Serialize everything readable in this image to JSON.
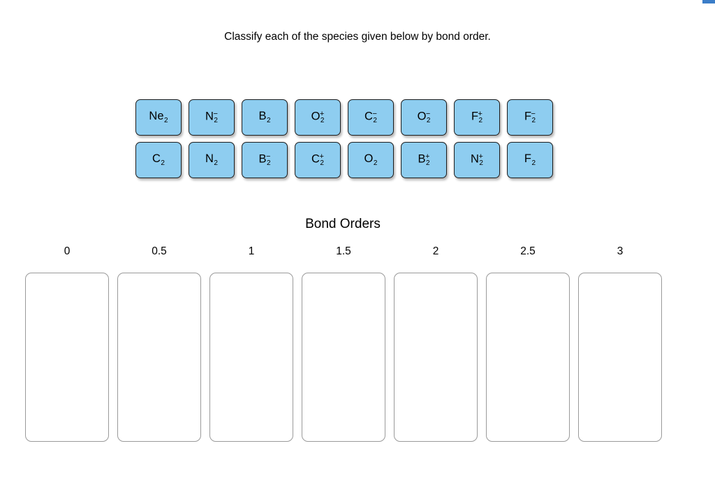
{
  "page": {
    "prompt": "Classify each of the species given below by bond order.",
    "section_title": "Bond Orders",
    "accent_color": "#3b7dc8",
    "tile_color": "#8ecdf0",
    "tile_border_color": "#1c1c1c",
    "zone_border_color": "#9a9a9a"
  },
  "top_bar": {
    "label": ""
  },
  "tiles": {
    "row1": [
      {
        "text": "Ne2",
        "base": "Ne",
        "sub": "2",
        "sup": ""
      },
      {
        "text": "N2-",
        "base": "N",
        "sub": "2",
        "sup": "−"
      },
      {
        "text": "B2",
        "base": "B",
        "sub": "2",
        "sup": ""
      },
      {
        "text": "O2+",
        "base": "O",
        "sub": "2",
        "sup": "+"
      },
      {
        "text": "C2-",
        "base": "C",
        "sub": "2",
        "sup": "−"
      },
      {
        "text": "O2-",
        "base": "O",
        "sub": "2",
        "sup": "−"
      },
      {
        "text": "F2+",
        "base": "F",
        "sub": "2",
        "sup": "+"
      },
      {
        "text": "F2-",
        "base": "F",
        "sub": "2",
        "sup": "−"
      }
    ],
    "row2": [
      {
        "text": "C2",
        "base": "C",
        "sub": "2",
        "sup": ""
      },
      {
        "text": "N2",
        "base": "N",
        "sub": "2",
        "sup": ""
      },
      {
        "text": "B2-",
        "base": "B",
        "sub": "2",
        "sup": "−"
      },
      {
        "text": "C2+",
        "base": "C",
        "sub": "2",
        "sup": "+"
      },
      {
        "text": "O2",
        "base": "O",
        "sub": "2",
        "sup": ""
      },
      {
        "text": "B2+",
        "base": "B",
        "sub": "2",
        "sup": "+"
      },
      {
        "text": "N2+",
        "base": "N",
        "sub": "2",
        "sup": "+"
      },
      {
        "text": "F2",
        "base": "F",
        "sub": "2",
        "sup": ""
      }
    ]
  },
  "zones": [
    {
      "label": "0",
      "contents": []
    },
    {
      "label": "0.5",
      "contents": []
    },
    {
      "label": "1",
      "contents": []
    },
    {
      "label": "1.5",
      "contents": []
    },
    {
      "label": "2",
      "contents": []
    },
    {
      "label": "2.5",
      "contents": []
    },
    {
      "label": "3",
      "contents": []
    }
  ]
}
